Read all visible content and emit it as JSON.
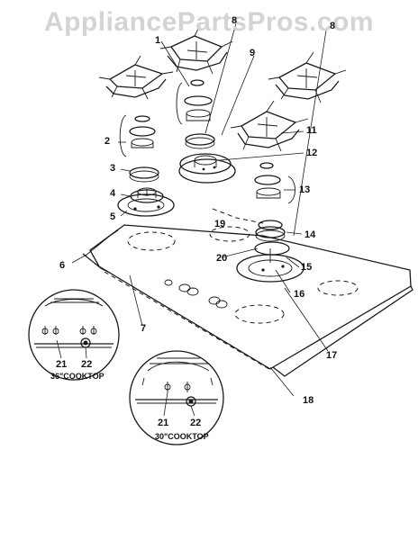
{
  "watermark": "AppliancePartsPros.com",
  "callouts": {
    "c1": "1",
    "c2": "2",
    "c3": "3",
    "c4": "4",
    "c5": "5",
    "c6": "6",
    "c7": "7",
    "c8": "8",
    "c9": "9",
    "c11": "11",
    "c12": "12",
    "c13": "13",
    "c14": "14",
    "c15": "15",
    "c16": "16",
    "c17": "17",
    "c18": "18",
    "c19": "19",
    "c20": "20"
  },
  "inset_left": {
    "caption": "36\"COOKTOP",
    "label_a": "21",
    "label_b": "22"
  },
  "inset_right": {
    "caption": "30\"COOKTOP",
    "label_a": "21",
    "label_b": "22"
  },
  "footer": {
    "left_code": "",
    "right_code": ""
  }
}
